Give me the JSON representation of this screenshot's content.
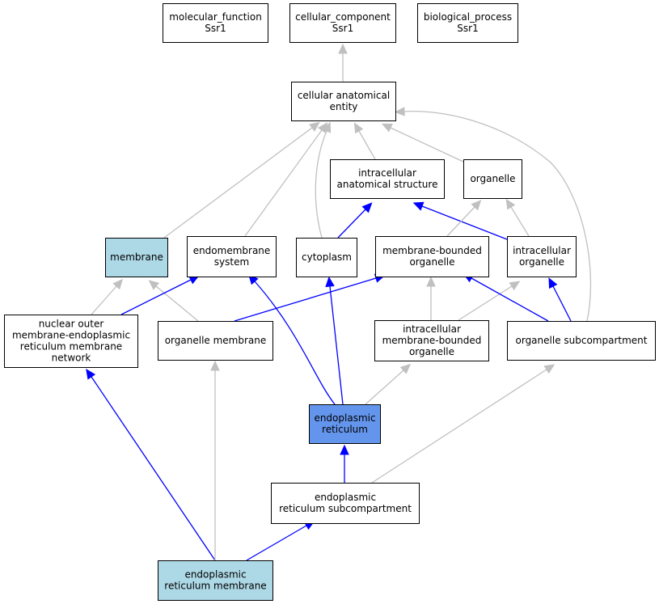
{
  "colors": {
    "default_fill": "#ffffff",
    "highlight_fill": "#add8e6",
    "focus_fill": "#6495ed",
    "stroke": "#000000",
    "edge_gray": "#c0c0c0",
    "edge_blue": "#0000ff"
  },
  "nodes": [
    {
      "id": "molecular_function",
      "lines": [
        "molecular_function",
        "Ssr1"
      ],
      "style": "default"
    },
    {
      "id": "cellular_component",
      "lines": [
        "cellular_component",
        "Ssr1"
      ],
      "style": "default"
    },
    {
      "id": "biological_process",
      "lines": [
        "biological_process",
        "Ssr1"
      ],
      "style": "default"
    },
    {
      "id": "cellular_anatomical_entity",
      "lines": [
        "cellular anatomical",
        "entity"
      ],
      "style": "default"
    },
    {
      "id": "intracellular_anatomical_structure",
      "lines": [
        "intracellular",
        "anatomical structure"
      ],
      "style": "default"
    },
    {
      "id": "organelle",
      "lines": [
        "organelle"
      ],
      "style": "default"
    },
    {
      "id": "membrane",
      "lines": [
        "membrane"
      ],
      "style": "highlight"
    },
    {
      "id": "endomembrane_system",
      "lines": [
        "endomembrane",
        "system"
      ],
      "style": "default"
    },
    {
      "id": "cytoplasm",
      "lines": [
        "cytoplasm"
      ],
      "style": "default"
    },
    {
      "id": "membrane_bounded_organelle",
      "lines": [
        "membrane-bounded",
        "organelle"
      ],
      "style": "default"
    },
    {
      "id": "intracellular_organelle",
      "lines": [
        "intracellular",
        "organelle"
      ],
      "style": "default"
    },
    {
      "id": "nuclear_outer_membrane_er_network",
      "lines": [
        "nuclear outer",
        "membrane-endoplasmic",
        "reticulum membrane",
        "network"
      ],
      "style": "default"
    },
    {
      "id": "organelle_membrane",
      "lines": [
        "organelle membrane"
      ],
      "style": "default"
    },
    {
      "id": "intracellular_membrane_bounded_organelle",
      "lines": [
        "intracellular",
        "membrane-bounded",
        "organelle"
      ],
      "style": "default"
    },
    {
      "id": "organelle_subcompartment",
      "lines": [
        "organelle subcompartment"
      ],
      "style": "default"
    },
    {
      "id": "endoplasmic_reticulum",
      "lines": [
        "endoplasmic",
        "reticulum"
      ],
      "style": "focus"
    },
    {
      "id": "er_subcompartment",
      "lines": [
        "endoplasmic",
        "reticulum subcompartment"
      ],
      "style": "default"
    },
    {
      "id": "er_membrane",
      "lines": [
        "endoplasmic",
        "reticulum membrane"
      ],
      "style": "highlight"
    }
  ],
  "edges": [
    {
      "from": "cellular_anatomical_entity",
      "to": "cellular_component",
      "color": "gray"
    },
    {
      "from": "intracellular_anatomical_structure",
      "to": "cellular_anatomical_entity",
      "color": "gray"
    },
    {
      "from": "organelle",
      "to": "cellular_anatomical_entity",
      "color": "gray"
    },
    {
      "from": "membrane",
      "to": "cellular_anatomical_entity",
      "color": "gray"
    },
    {
      "from": "endomembrane_system",
      "to": "cellular_anatomical_entity",
      "color": "gray"
    },
    {
      "from": "cytoplasm",
      "to": "cellular_anatomical_entity",
      "color": "gray"
    },
    {
      "from": "organelle_subcompartment",
      "to": "cellular_anatomical_entity",
      "color": "gray"
    },
    {
      "from": "cytoplasm",
      "to": "intracellular_anatomical_structure",
      "color": "blue"
    },
    {
      "from": "intracellular_organelle",
      "to": "intracellular_anatomical_structure",
      "color": "blue"
    },
    {
      "from": "membrane_bounded_organelle",
      "to": "organelle",
      "color": "gray"
    },
    {
      "from": "intracellular_organelle",
      "to": "organelle",
      "color": "gray"
    },
    {
      "from": "nuclear_outer_membrane_er_network",
      "to": "membrane",
      "color": "gray"
    },
    {
      "from": "organelle_membrane",
      "to": "membrane",
      "color": "gray"
    },
    {
      "from": "nuclear_outer_membrane_er_network",
      "to": "endomembrane_system",
      "color": "blue"
    },
    {
      "from": "organelle_membrane",
      "to": "membrane_bounded_organelle",
      "color": "blue"
    },
    {
      "from": "intracellular_membrane_bounded_organelle",
      "to": "membrane_bounded_organelle",
      "color": "gray"
    },
    {
      "from": "intracellular_membrane_bounded_organelle",
      "to": "intracellular_organelle",
      "color": "gray"
    },
    {
      "from": "organelle_subcompartment",
      "to": "membrane_bounded_organelle",
      "color": "blue"
    },
    {
      "from": "organelle_subcompartment",
      "to": "intracellular_organelle",
      "color": "blue"
    },
    {
      "from": "endoplasmic_reticulum",
      "to": "endomembrane_system",
      "color": "blue"
    },
    {
      "from": "endoplasmic_reticulum",
      "to": "cytoplasm",
      "color": "blue"
    },
    {
      "from": "endoplasmic_reticulum",
      "to": "intracellular_membrane_bounded_organelle",
      "color": "gray"
    },
    {
      "from": "er_subcompartment",
      "to": "endoplasmic_reticulum",
      "color": "blue"
    },
    {
      "from": "er_subcompartment",
      "to": "organelle_subcompartment",
      "color": "gray"
    },
    {
      "from": "er_membrane",
      "to": "nuclear_outer_membrane_er_network",
      "color": "blue"
    },
    {
      "from": "er_membrane",
      "to": "organelle_membrane",
      "color": "gray"
    },
    {
      "from": "er_membrane",
      "to": "er_subcompartment",
      "color": "blue"
    }
  ]
}
